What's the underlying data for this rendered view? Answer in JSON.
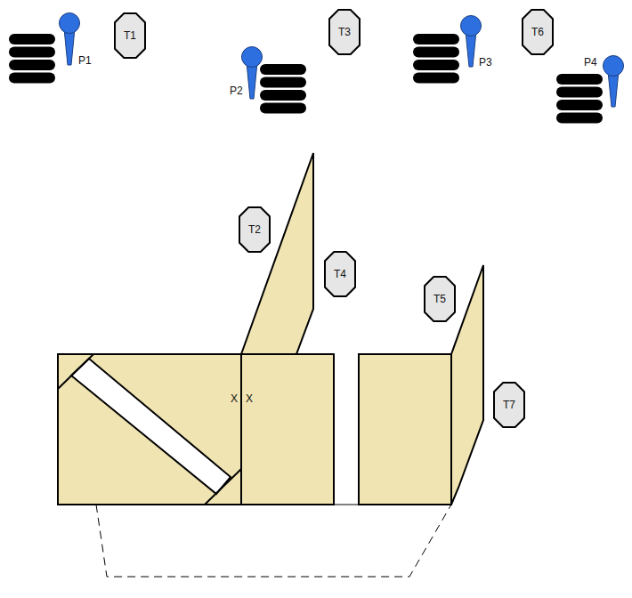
{
  "diagram": {
    "nodes": [
      {
        "text": [
          "T1"
        ]
      },
      {
        "text": [
          "T3"
        ]
      },
      {
        "text": [
          "T6"
        ]
      },
      {
        "text": [
          "T2"
        ]
      },
      {
        "text": [
          "T4"
        ]
      },
      {
        "text": [
          "T5"
        ]
      },
      {
        "text": [
          "T7"
        ]
      }
    ],
    "labels": [
      "P1",
      "P2",
      "P3",
      "P4",
      "X",
      "X"
    ]
  }
}
